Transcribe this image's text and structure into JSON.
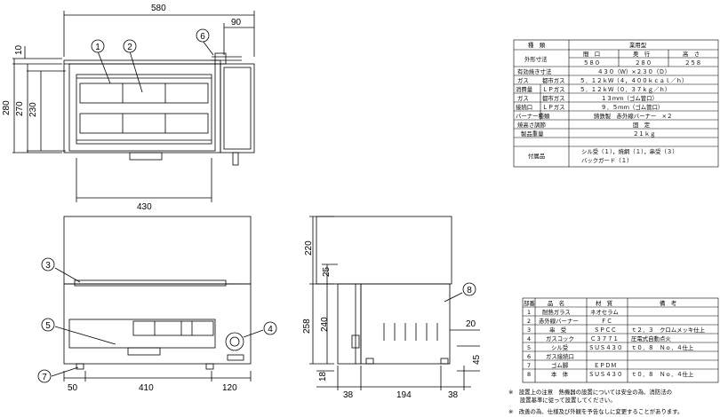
{
  "dims": {
    "top_width": "580",
    "top_burner_off": "90",
    "top_d1": "10",
    "top_h_total": "280",
    "top_h_inner": "270",
    "top_h_230": "230",
    "top_bottom": "430",
    "front_a": "50",
    "front_b": "410",
    "front_c": "120",
    "side_220": "220",
    "side_25": "25",
    "side_258": "258",
    "side_240": "240",
    "side_20": "20",
    "side_45": "45",
    "side_18": "18",
    "side_38a": "38",
    "side_194": "194",
    "side_38b": "38"
  },
  "balloons": [
    "1",
    "2",
    "3",
    "4",
    "5",
    "6",
    "7",
    "8"
  ],
  "spec_table": {
    "rows": [
      [
        "種　類",
        "",
        "業用型"
      ],
      [
        "外形寸法",
        "間　口|奥　行|高　さ",
        ""
      ],
      [
        "",
        "580|280|258",
        ""
      ],
      [
        "有効焼き寸法",
        "",
        "４３０（Ｗ）×２３０（Ｄ）"
      ],
      [
        "ガス",
        "都市ガス",
        "５．１２ｋＷ（４，４００ｋｃａｌ／ｈ）"
      ],
      [
        "消費量",
        "ＬＰガス",
        "５．１２ｋＷ（０．３７ｋｇ／ｈ）"
      ],
      [
        "ガス",
        "都市ガス",
        "１３ｍｍ（ゴム管口）"
      ],
      [
        "接続口",
        "ＬＰガス",
        "９．５ｍｍ（ゴム管口）"
      ],
      [
        "バーナー種類",
        "",
        "鋳鉄製　赤外線バーナー　×２"
      ],
      [
        "焼高さ調節",
        "",
        "固　定"
      ],
      [
        "製品重量",
        "",
        "２１ｋｇ"
      ],
      [
        "付属品",
        "",
        "シル受（１），焼網（１），串受（３）|バックガード（１）"
      ]
    ]
  },
  "parts_table": {
    "header": [
      "部番",
      "品　名",
      "材　質",
      "備　考"
    ],
    "rows": [
      [
        "1",
        "耐熱ガラス",
        "ネオセラム",
        ""
      ],
      [
        "2",
        "赤外線バーナー",
        "ＦＣ",
        ""
      ],
      [
        "3",
        "串　受",
        "ＳＰＣＣ",
        "ｔ２．３　クロムメッキ仕上"
      ],
      [
        "4",
        "ガスコック",
        "Ｃ３７７１",
        "圧電式自動点火"
      ],
      [
        "5",
        "シル受",
        "ＳＵＳ４３０",
        "ｔ０．８　Ｎｏ．４仕上"
      ],
      [
        "6",
        "ガス接続口",
        "",
        ""
      ],
      [
        "7",
        "ゴム脚",
        "ＥＰＤＭ",
        ""
      ],
      [
        "8",
        "本　体",
        "ＳＵＳ４３０",
        "ｔ０．８　Ｎｏ．４仕上"
      ]
    ]
  },
  "notes": [
    "※　設置上の注意　熱機器の設置については安全の為、消防法の",
    "　　設置基準に従って設置してください。",
    "※　改善の為、仕様及び外観を予告なしに変更することがあります。"
  ]
}
